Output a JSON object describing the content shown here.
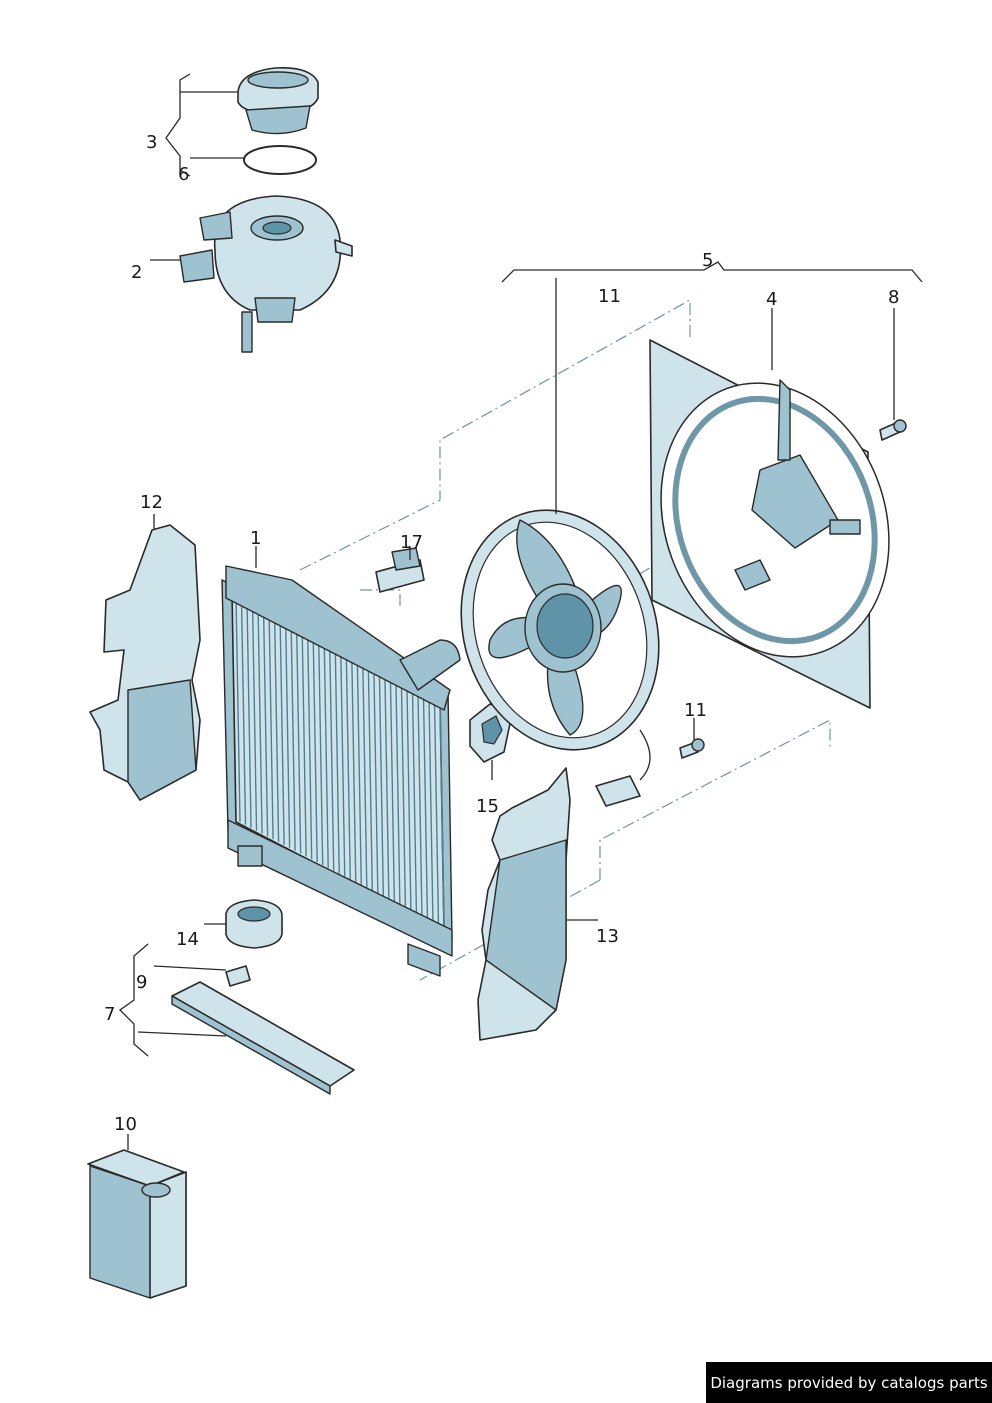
{
  "callouts": {
    "c1": "1",
    "c2": "2",
    "c3": "3",
    "c4": "4",
    "c5": "5",
    "c6": "6",
    "c7": "7",
    "c8": "8",
    "c9": "9",
    "c10": "10",
    "c11a": "11",
    "c11b": "11",
    "c12": "12",
    "c13": "13",
    "c14": "14",
    "c15": "15",
    "c17": "17"
  },
  "footer": {
    "credit": "Diagrams provided by catalogs parts"
  },
  "colors": {
    "part_fill": "#cfe3ea",
    "part_shade": "#9ec2cf",
    "part_deep": "#5f93a7",
    "dash_line": "#6f97a8",
    "credit_bg": "#000000"
  }
}
